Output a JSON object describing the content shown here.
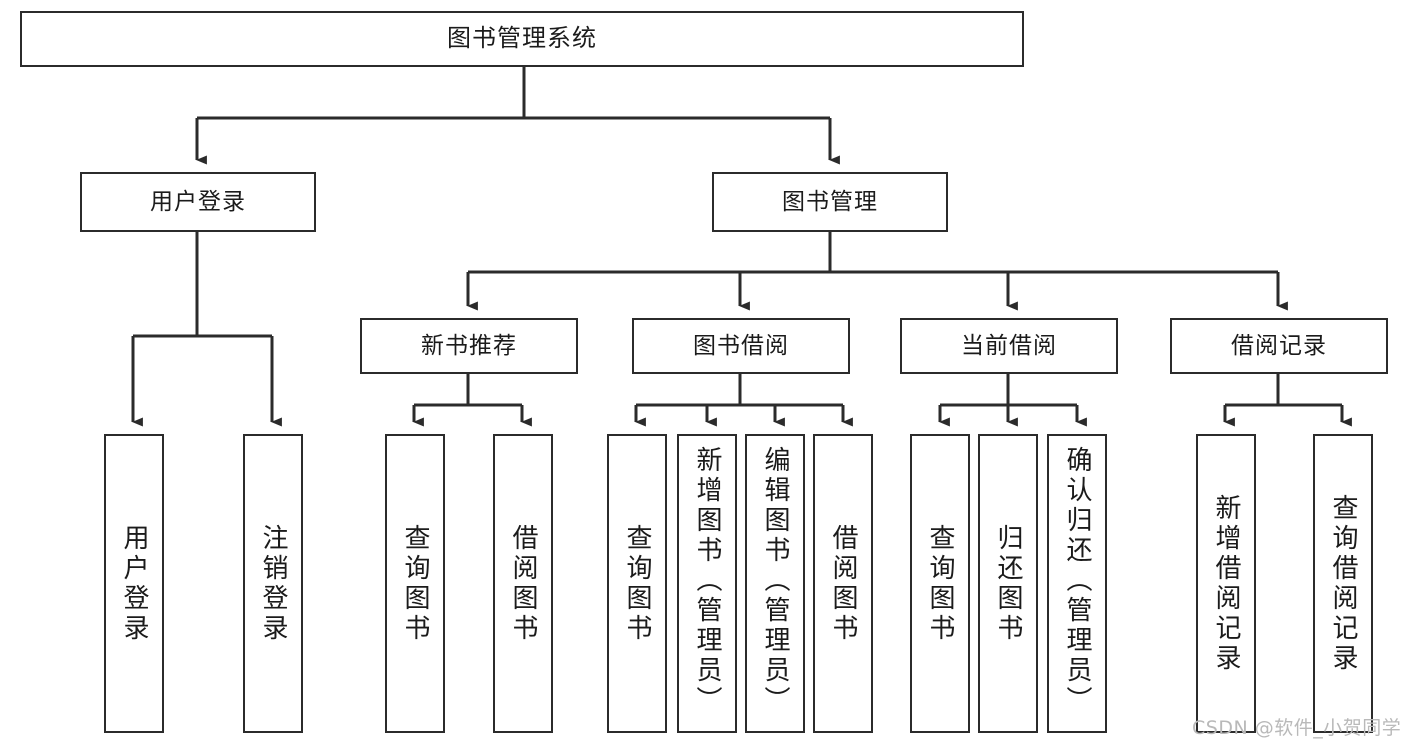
{
  "diagram": {
    "title": "图书管理系统",
    "type": "tree",
    "watermark": "CSDN @软件_小贺同学",
    "colors": {
      "box_border": "#2b2b2b",
      "box_fill": "#ffffff",
      "edge": "#2b2b2b",
      "text": "#1b1b1b",
      "watermark": "#b9b9b9",
      "background": "#ffffff"
    },
    "nodes": {
      "root": {
        "label": "图书管理系统"
      },
      "level1": [
        {
          "id": "user_login",
          "label": "用户登录"
        },
        {
          "id": "book_manage",
          "label": "图书管理"
        }
      ],
      "level2": [
        {
          "id": "new_book_rec",
          "label": "新书推荐"
        },
        {
          "id": "book_borrow",
          "label": "图书借阅"
        },
        {
          "id": "current_borrow",
          "label": "当前借阅"
        },
        {
          "id": "borrow_record",
          "label": "借阅记录"
        }
      ],
      "leaves": [
        {
          "id": "leaf_user_login",
          "parent": "user_login",
          "label": "用户登录"
        },
        {
          "id": "leaf_logout",
          "parent": "user_login",
          "label": "注销登录"
        },
        {
          "id": "leaf_query_book_1",
          "parent": "new_book_rec",
          "label": "查询图书"
        },
        {
          "id": "leaf_borrow_book_1",
          "parent": "new_book_rec",
          "label": "借阅图书"
        },
        {
          "id": "leaf_query_book_2",
          "parent": "book_borrow",
          "label": "查询图书"
        },
        {
          "id": "leaf_add_book",
          "parent": "book_borrow",
          "label": "新增图书（管理员）"
        },
        {
          "id": "leaf_edit_book",
          "parent": "book_borrow",
          "label": "编辑图书（管理员）"
        },
        {
          "id": "leaf_borrow_book_2",
          "parent": "book_borrow",
          "label": "借阅图书"
        },
        {
          "id": "leaf_query_book_3",
          "parent": "current_borrow",
          "label": "查询图书"
        },
        {
          "id": "leaf_return_book",
          "parent": "current_borrow",
          "label": "归还图书"
        },
        {
          "id": "leaf_confirm_return",
          "parent": "current_borrow",
          "label": "确认归还（管理员）"
        },
        {
          "id": "leaf_add_record",
          "parent": "borrow_record",
          "label": "新增借阅记录"
        },
        {
          "id": "leaf_query_record",
          "parent": "borrow_record",
          "label": "查询借阅记录"
        }
      ]
    }
  }
}
